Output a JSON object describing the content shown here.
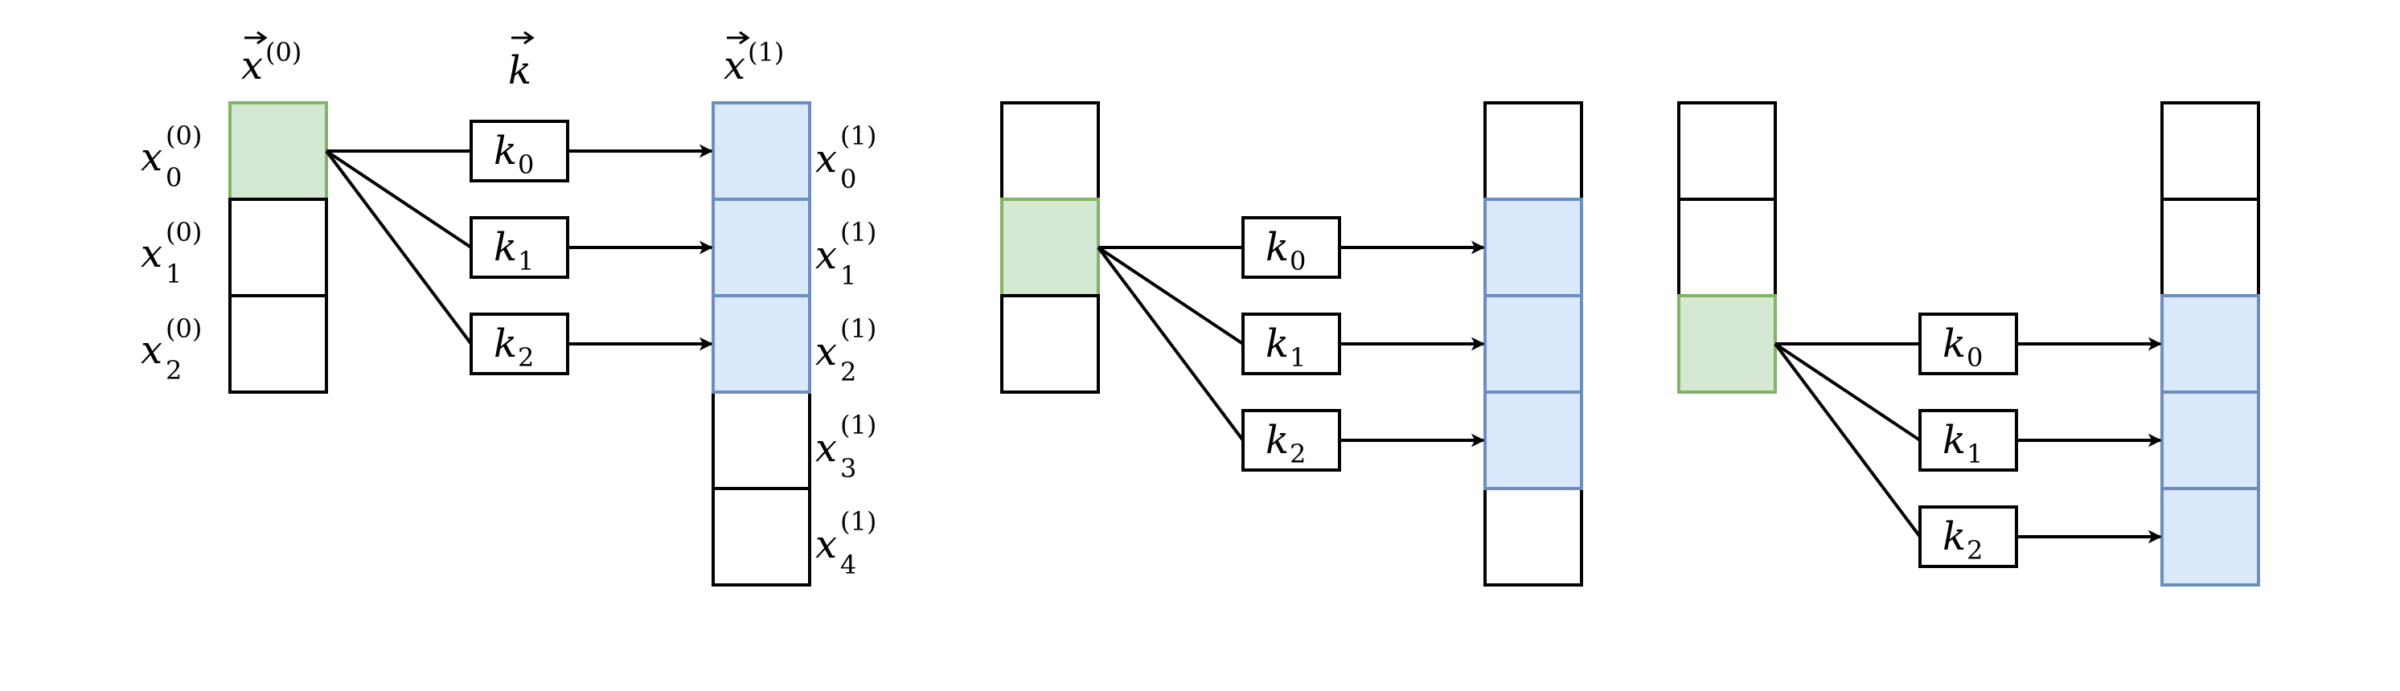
{
  "headers": {
    "x0": {
      "base": "x",
      "sup": "(0)"
    },
    "k": {
      "base": "k"
    },
    "x1": {
      "base": "x",
      "sup": "(1)"
    }
  },
  "input_labels": [
    {
      "base": "x",
      "sub": "0",
      "sup": "(0)"
    },
    {
      "base": "x",
      "sub": "1",
      "sup": "(0)"
    },
    {
      "base": "x",
      "sub": "2",
      "sup": "(0)"
    }
  ],
  "output_labels": [
    {
      "base": "x",
      "sub": "0",
      "sup": "(1)"
    },
    {
      "base": "x",
      "sub": "1",
      "sup": "(1)"
    },
    {
      "base": "x",
      "sub": "2",
      "sup": "(1)"
    },
    {
      "base": "x",
      "sub": "3",
      "sup": "(1)"
    },
    {
      "base": "x",
      "sub": "4",
      "sup": "(1)"
    }
  ],
  "kernel_labels": [
    {
      "base": "k",
      "sub": "0"
    },
    {
      "base": "k",
      "sub": "1"
    },
    {
      "base": "k",
      "sub": "2"
    }
  ],
  "panels": [
    {
      "active_input": 0,
      "output_start": 0
    },
    {
      "active_input": 1,
      "output_start": 1
    },
    {
      "active_input": 2,
      "output_start": 2
    }
  ],
  "input_length": 3,
  "output_length": 5,
  "kernel_size": 3,
  "colors": {
    "input_active_fill": "#d5e8d4",
    "input_active_stroke": "#82b366",
    "output_active_fill": "#dae8fc",
    "output_active_stroke": "#6c8ebf",
    "line": "#000000"
  }
}
